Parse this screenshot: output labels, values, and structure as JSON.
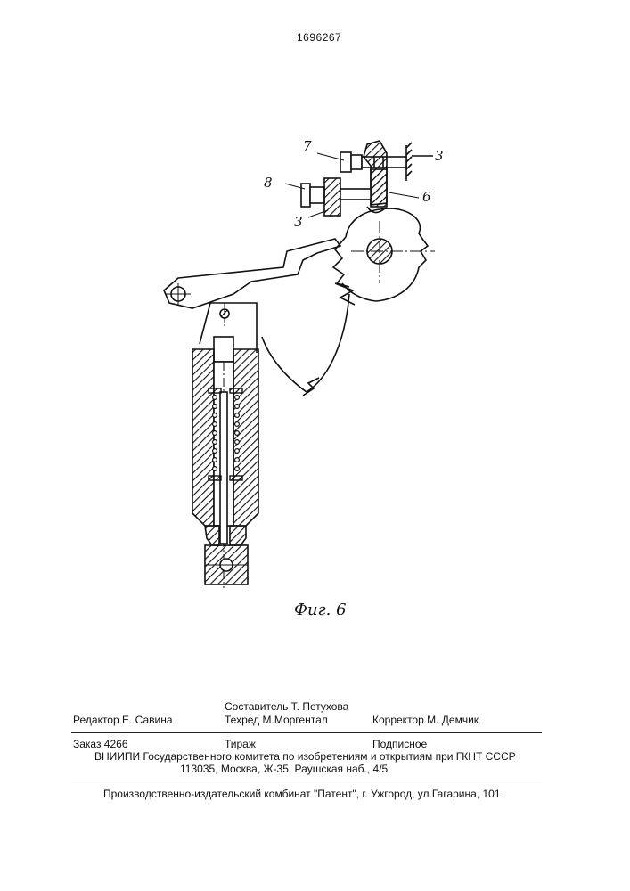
{
  "patent_number": "1696267",
  "figure": {
    "caption": "Фиг. 6",
    "labels": {
      "l7": "7",
      "l3_top": "3",
      "l8": "8",
      "l6": "6",
      "l3_mid": "3"
    }
  },
  "imprint": {
    "compiler": "Составитель  Т. Петухова",
    "editor": "Редактор   Е. Савина",
    "techred": "Техред М.Моргентал",
    "corrector": "Корректор  М. Демчик",
    "order": "Заказ  4266",
    "circulation": "Тираж",
    "subscription": "Подписное",
    "institute": "ВНИИПИ Государственного комитета по изобретениям и открытиям при ГКНТ СССР",
    "address": "113035, Москва, Ж-35, Раушская наб., 4/5",
    "publisher": "Производственно-издательский комбинат \"Патент\", г. Ужгород, ул.Гагарина, 101"
  }
}
